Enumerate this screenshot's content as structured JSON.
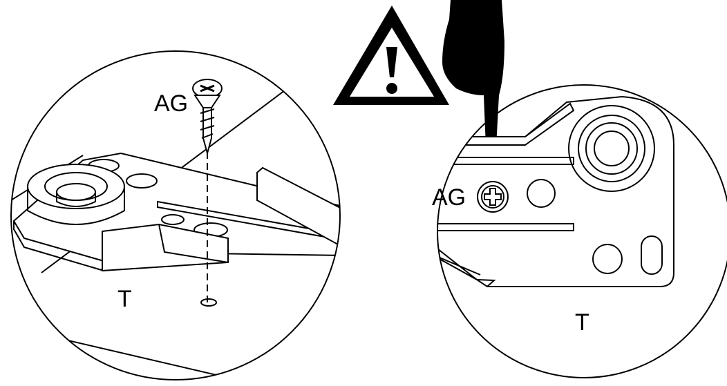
{
  "left_view": {
    "screw_label": "AG",
    "part_label": "T",
    "screw_icon": "countersunk-phillips-screw"
  },
  "right_view": {
    "screw_label": "AG",
    "part_label": "T",
    "screw_head_icon": "phillips-head"
  },
  "warning": {
    "icon": "warning-triangle-exclamation",
    "pointer_icon": "pointing-hand"
  },
  "colors": {
    "ink": "#000000",
    "paper": "#ffffff"
  }
}
